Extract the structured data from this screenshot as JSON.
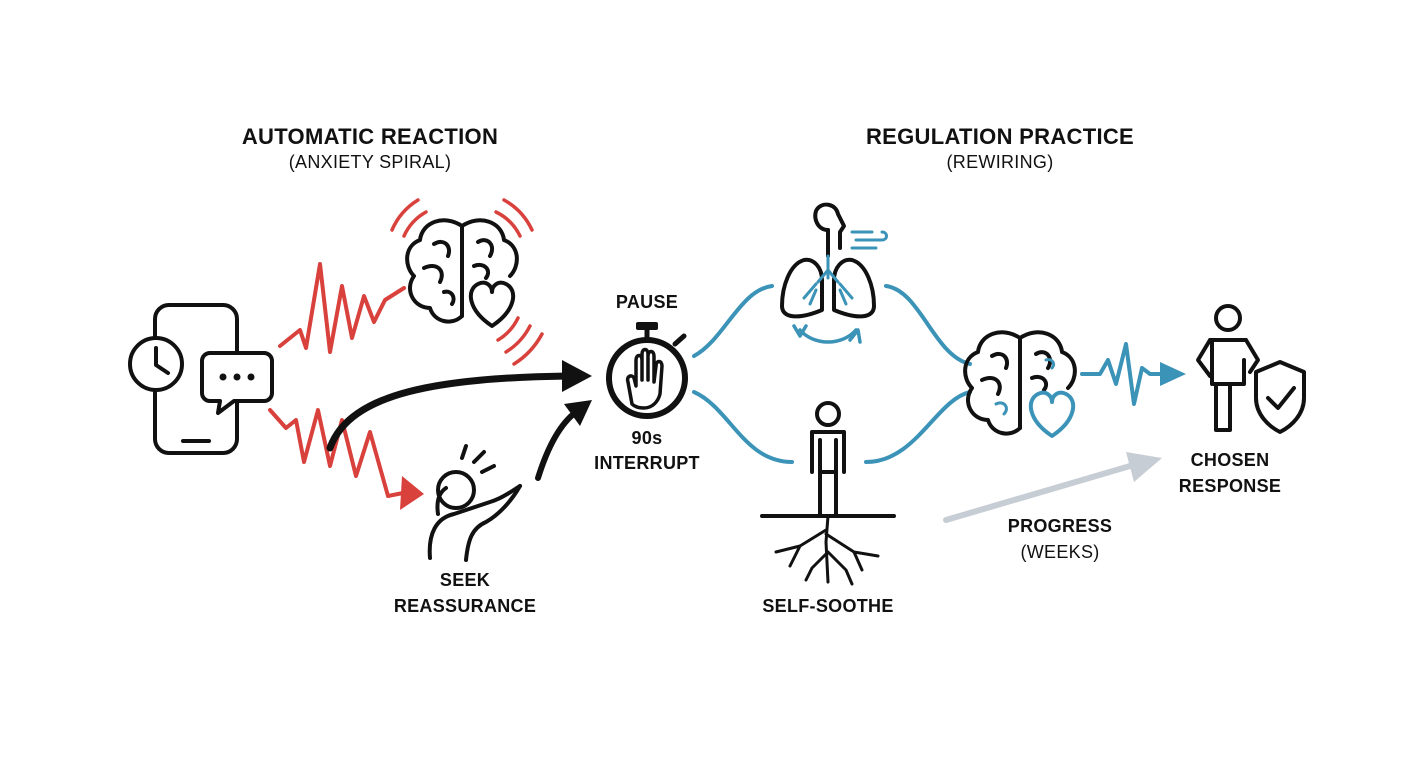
{
  "colors": {
    "ink": "#111111",
    "anxiety_red": "#d9413d",
    "regulation_blue": "#3b93b8",
    "progress_gray": "#c7cdd4"
  },
  "sections": {
    "left": {
      "title": "AUTOMATIC REACTION",
      "subtitle": "(ANXIETY SPIRAL)"
    },
    "right": {
      "title": "REGULATION PRACTICE",
      "subtitle": "(REWIRING)"
    }
  },
  "nodes": {
    "trigger": {
      "icons": [
        "phone-icon",
        "clock-icon",
        "message-bubble-icon"
      ]
    },
    "anxious_brain": {
      "icons": [
        "brain-icon",
        "heart-icon"
      ]
    },
    "seek": {
      "label_line1": "SEEK",
      "label_line2": "REASSURANCE",
      "icon": "reaching-person-icon"
    },
    "pause": {
      "top_label": "PAUSE",
      "label_line1": "90s",
      "label_line2": "INTERRUPT",
      "icon": "stopwatch-hand-icon"
    },
    "breathe": {
      "icon": "lungs-breath-icon"
    },
    "self_soothe": {
      "label": "SELF-SOOTHE",
      "icon": "rooted-person-icon"
    },
    "regulated_brain": {
      "icons": [
        "brain-icon",
        "heart-icon"
      ]
    },
    "chosen_response": {
      "label_line1": "CHOSEN",
      "label_line2": "RESPONSE",
      "icon": "person-shield-icon"
    },
    "progress": {
      "label_line1": "PROGRESS",
      "label_line2": "(WEEKS)"
    }
  }
}
